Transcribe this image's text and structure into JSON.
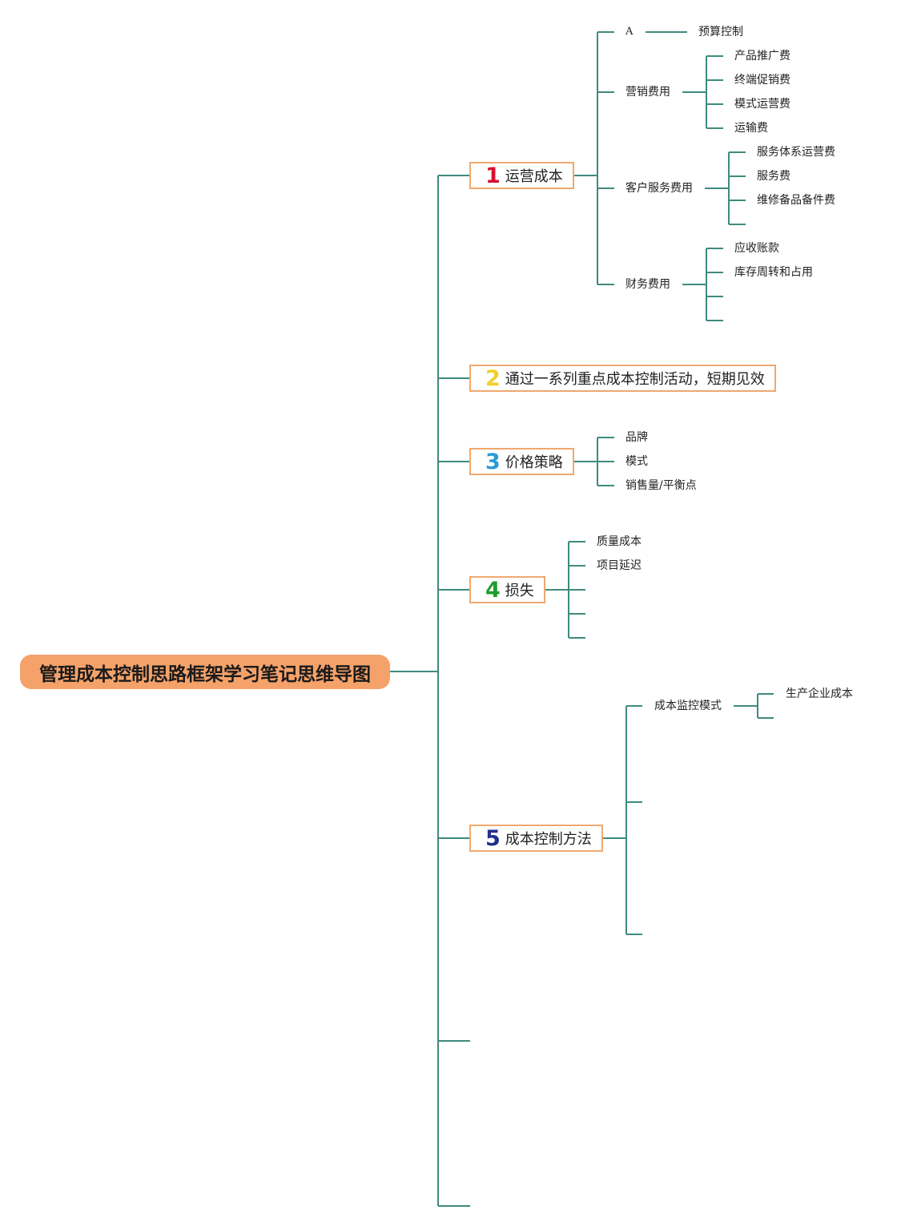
{
  "title": "管理成本控制思路框架学习笔记思维导图",
  "colors": {
    "line": "#3f8a7e",
    "root_fill": "#f5a26a",
    "branch_border": "#f0a86e"
  },
  "branches": [
    {
      "number": "1",
      "number_color": "#d8112f",
      "label": "运营成本",
      "children": [
        {
          "label": "A",
          "children": [
            {
              "label": "预算控制"
            }
          ]
        },
        {
          "label": "营销费用",
          "children": [
            {
              "label": "产品推广费"
            },
            {
              "label": "终端促销费"
            },
            {
              "label": "模式运营费"
            },
            {
              "label": "运输费"
            }
          ]
        },
        {
          "label": "客户服务费用",
          "children": [
            {
              "label": "服务体系运营费"
            },
            {
              "label": "服务费"
            },
            {
              "label": "维修备品备件费"
            },
            {
              "label": ""
            }
          ]
        },
        {
          "label": "财务费用",
          "children": [
            {
              "label": "应收账款"
            },
            {
              "label": "库存周转和占用"
            },
            {
              "label": ""
            },
            {
              "label": ""
            }
          ]
        }
      ]
    },
    {
      "number": "2",
      "number_color": "#f2cf2c",
      "label": "通过一系列重点成本控制活动，短期见效",
      "children": []
    },
    {
      "number": "3",
      "number_color": "#2a9ad6",
      "label": "价格策略",
      "children": [
        {
          "label": "品牌"
        },
        {
          "label": "模式"
        },
        {
          "label": "销售量/平衡点"
        }
      ]
    },
    {
      "number": "4",
      "number_color": "#1f9d2c",
      "label": "损失",
      "children": [
        {
          "label": "质量成本"
        },
        {
          "label": "项目延迟"
        },
        {
          "label": ""
        },
        {
          "label": ""
        },
        {
          "label": ""
        }
      ]
    },
    {
      "number": "5",
      "number_color": "#1f2f8c",
      "label": "成本控制方法",
      "children": [
        {
          "label": "成本监控模式",
          "children": [
            {
              "label": "生产企业成本"
            },
            {
              "label": ""
            }
          ]
        },
        {
          "label": ""
        },
        {
          "label": ""
        }
      ]
    },
    {
      "number": "",
      "label": ""
    },
    {
      "number": "",
      "label": ""
    }
  ]
}
